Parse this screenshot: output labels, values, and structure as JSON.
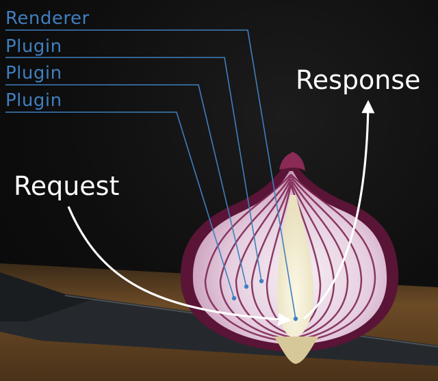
{
  "layers": {
    "renderer": "Renderer",
    "plugins": [
      "Plugin",
      "Plugin",
      "Plugin"
    ]
  },
  "flow": {
    "request": "Request",
    "response": "Response"
  },
  "colors": {
    "layer_line": "#3f7fc0",
    "flow_arrow": "#ffffff",
    "onion_skin": "#5a1436",
    "onion_flesh": "#f0e2ee",
    "onion_core": "#f3eed2",
    "board": "#6b4a26",
    "knife": "#2b2f33"
  }
}
